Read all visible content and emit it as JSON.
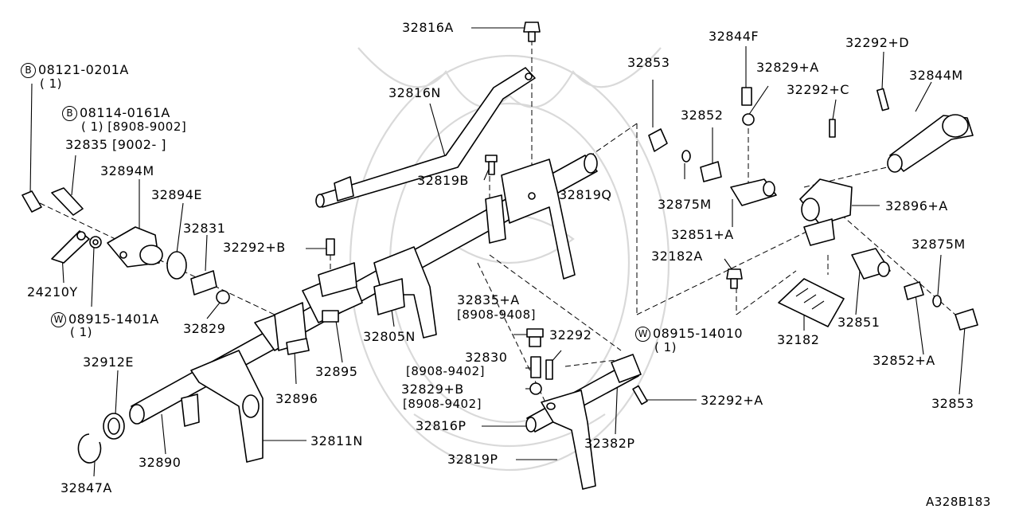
{
  "diagram_id": "A328B183",
  "parts": {
    "p32816A": "32816A",
    "p32816N": "32816N",
    "p32819B": "32819B",
    "p32819Q": "32819Q",
    "p32853_top": "32853",
    "p32844F": "32844F",
    "p32829A": "32829+A",
    "p32292D": "32292+D",
    "p32844M": "32844M",
    "p32292C": "32292+C",
    "p32852": "32852",
    "p32875M_l": "32875M",
    "p32896A": "32896+A",
    "p32851A": "32851+A",
    "p32875M_r": "32875M",
    "p32182A": "32182A",
    "p32851": "32851",
    "p32182": "32182",
    "p32852A": "32852+A",
    "p32853_bot": "32853",
    "p08121_num": "08121-0201A",
    "p08121_qty": "( 1)",
    "p08114_num": "08114-0161A",
    "p08114_qty": "( 1) [8908-9002]",
    "p32835": "32835 [9002-   ]",
    "p32894M": "32894M",
    "p32894E": "32894E",
    "p32831": "32831",
    "p32292B": "32292+B",
    "p24210Y": "24210Y",
    "p08915a_num": "08915-1401A",
    "p08915a_qty": "( 1)",
    "p32829": "32829",
    "p32895": "32895",
    "p32805N": "32805N",
    "p32896": "32896",
    "p32835A": "32835+A",
    "p32835A_rng": "[8908-9408]",
    "p32292": "32292",
    "p32830": "32830",
    "p32830_rng": "[8908-9402]",
    "p32829B": "32829+B",
    "p32829B_rng": "[8908-9402]",
    "p08915b_num": "08915-14010",
    "p08915b_qty": "( 1)",
    "p32292A": "32292+A",
    "p32816P": "32816P",
    "p32382P": "32382P",
    "p32819P": "32819P",
    "p32912E": "32912E",
    "p32890": "32890",
    "p32811N": "32811N",
    "p32847A": "32847A"
  },
  "callouts": {
    "b1": "B",
    "b2": "B",
    "w1": "W",
    "w2": "W"
  }
}
